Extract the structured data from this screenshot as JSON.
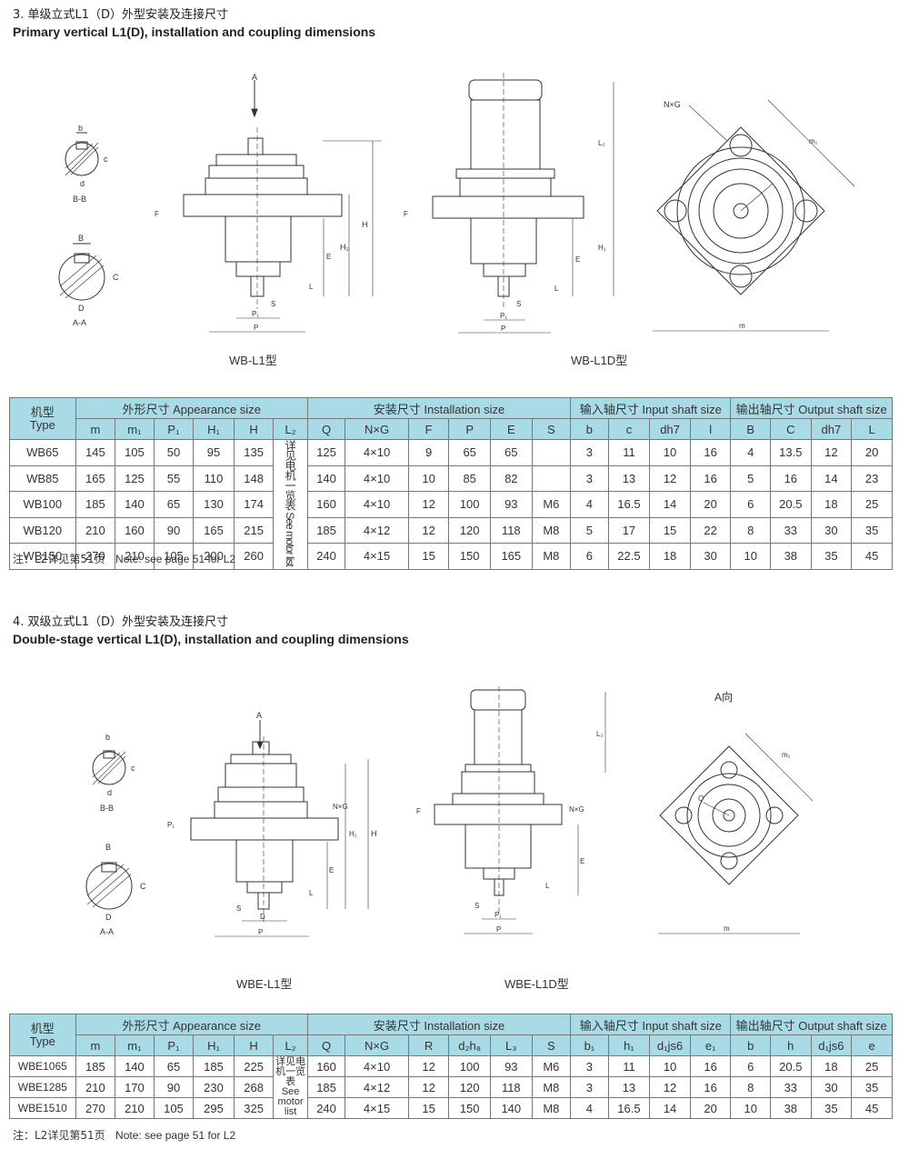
{
  "section3": {
    "title_cn": "3. 单级立式L1（D）外型安装及连接尺寸",
    "title_en": "Primary vertical L1(D), installation and coupling dimensions",
    "captions": [
      "WB-L1型",
      "WB-L1D型"
    ],
    "labels": {
      "bb": "B-B",
      "aa": "A-A",
      "b": "b",
      "c": "c",
      "d": "d",
      "B": "B",
      "C": "C",
      "D": "D",
      "A": "A",
      "F": "F",
      "H": "H",
      "H1": "H₁",
      "E": "E",
      "L": "L",
      "S": "S",
      "P": "P",
      "P1": "P₁",
      "L2": "L₂",
      "NG": "N×G",
      "m": "m",
      "m1": "m₁"
    },
    "table": {
      "type_head_cn": "机型",
      "type_head_en": "Type",
      "groups": [
        "外形尺寸  Appearance size",
        "安装尺寸  Installation size",
        "输入轴尺寸 Input shaft size",
        "输出轴尺寸 Output shaft size"
      ],
      "columns": [
        "m",
        "m₁",
        "P₁",
        "H₁",
        "H",
        "L₂",
        "Q",
        "N×G",
        "F",
        "P",
        "E",
        "S",
        "b",
        "c",
        "dh7",
        "l",
        "B",
        "C",
        "dh7",
        "L"
      ],
      "l2_note": "详见电机一览表 See motor list",
      "rows": [
        [
          "WB65",
          "145",
          "105",
          "50",
          "95",
          "135",
          "125",
          "4×10",
          "9",
          "65",
          "65",
          "",
          "3",
          "11",
          "10",
          "16",
          "4",
          "13.5",
          "12",
          "20"
        ],
        [
          "WB85",
          "165",
          "125",
          "55",
          "110",
          "148",
          "140",
          "4×10",
          "10",
          "85",
          "82",
          "",
          "3",
          "13",
          "12",
          "16",
          "5",
          "16",
          "14",
          "23"
        ],
        [
          "WB100",
          "185",
          "140",
          "65",
          "130",
          "174",
          "160",
          "4×10",
          "12",
          "100",
          "93",
          "M6",
          "4",
          "16.5",
          "14",
          "20",
          "6",
          "20.5",
          "18",
          "25"
        ],
        [
          "WB120",
          "210",
          "160",
          "90",
          "165",
          "215",
          "185",
          "4×12",
          "12",
          "120",
          "118",
          "M8",
          "5",
          "17",
          "15",
          "22",
          "8",
          "33",
          "30",
          "35"
        ],
        [
          "WB150",
          "270",
          "210",
          "105",
          "200",
          "260",
          "240",
          "4×15",
          "15",
          "150",
          "165",
          "M8",
          "6",
          "22.5",
          "18",
          "30",
          "10",
          "38",
          "35",
          "45"
        ]
      ]
    },
    "note_cn": "注：L2详见第51页",
    "note_en": "Note: see page 51 for L2"
  },
  "section4": {
    "title_cn": "4. 双级立式L1（D）外型安装及连接尺寸",
    "title_en": "Double-stage vertical L1(D), installation and coupling dimensions",
    "captions": [
      "WBE-L1型",
      "WBE-L1D型"
    ],
    "a_view": "A向",
    "labels": {
      "Q": "Q"
    },
    "table": {
      "type_head_cn": "机型",
      "type_head_en": "Type",
      "groups": [
        "外形尺寸  Appearance size",
        "安装尺寸  Installation size",
        "输入轴尺寸 Input shaft size",
        "输出轴尺寸 Output shaft size"
      ],
      "columns": [
        "m",
        "m₁",
        "P₁",
        "H₁",
        "H",
        "L₂",
        "Q",
        "N×G",
        "R",
        "d₂h₈",
        "L₃",
        "S",
        "b₁",
        "h₁",
        "d₁js6",
        "e₁",
        "b",
        "h",
        "d₁js6",
        "e"
      ],
      "l2_note_cn": "详见电机一览表",
      "l2_note_en": "See motor list",
      "rows": [
        [
          "WBE1065",
          "185",
          "140",
          "65",
          "185",
          "225",
          "160",
          "4×10",
          "12",
          "100",
          "93",
          "M6",
          "3",
          "11",
          "10",
          "16",
          "6",
          "20.5",
          "18",
          "25"
        ],
        [
          "WBE1285",
          "210",
          "170",
          "90",
          "230",
          "268",
          "185",
          "4×12",
          "12",
          "120",
          "118",
          "M8",
          "3",
          "13",
          "12",
          "16",
          "8",
          "33",
          "30",
          "35"
        ],
        [
          "WBE1510",
          "270",
          "210",
          "105",
          "295",
          "325",
          "240",
          "4×15",
          "15",
          "150",
          "140",
          "M8",
          "4",
          "16.5",
          "14",
          "20",
          "10",
          "38",
          "35",
          "45"
        ]
      ]
    },
    "note_cn": "注：L2详见第51页",
    "note_en": "Note: see page 51 for L2"
  }
}
